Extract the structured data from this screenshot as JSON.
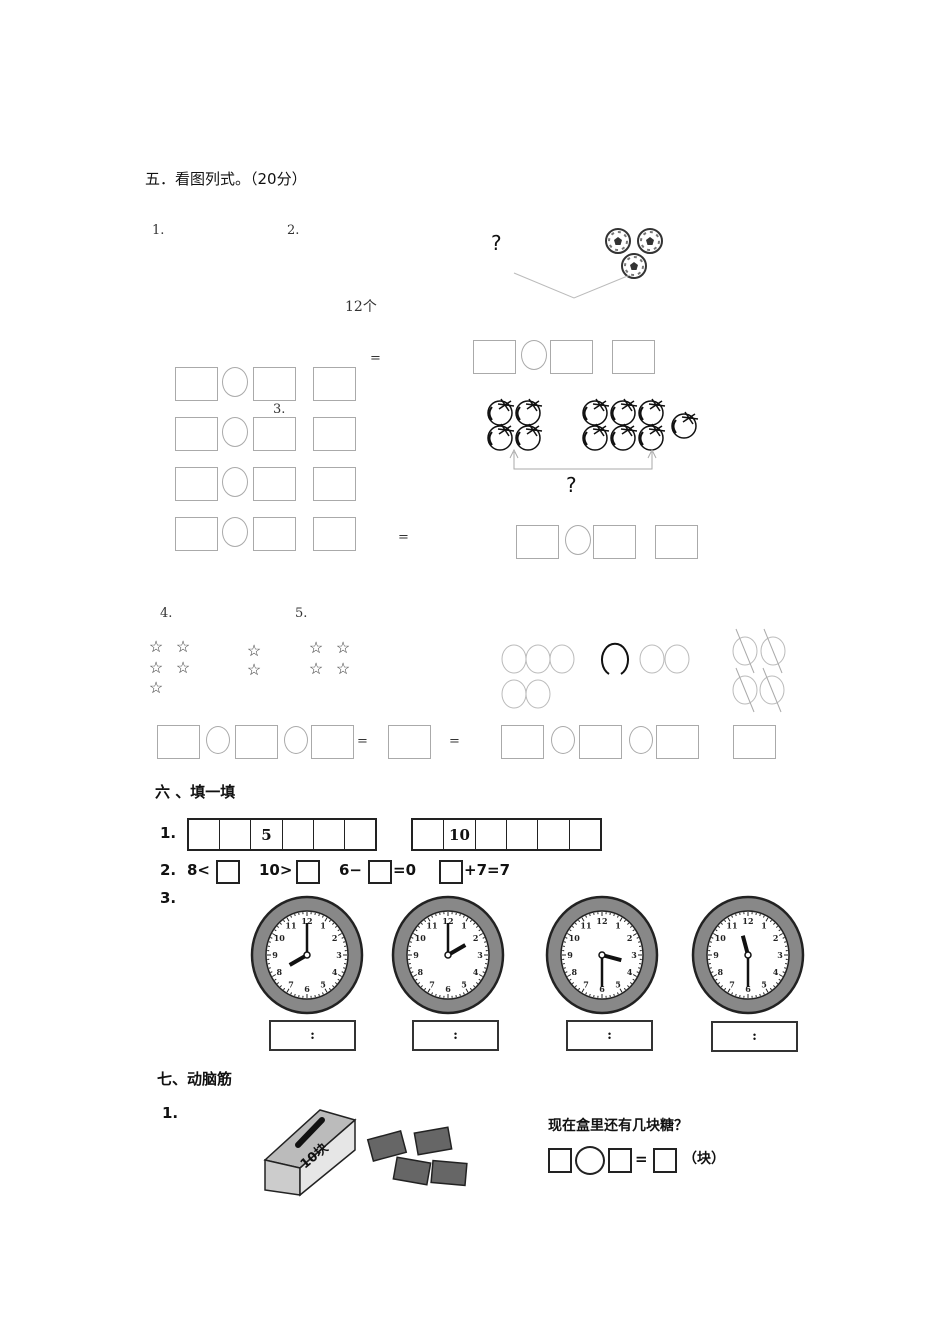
{
  "section5": {
    "title": "五．看图列式。（20分）",
    "q1_label": "1.",
    "q2_label": "2.",
    "q3_label": "3.",
    "q4_label": "4.",
    "q5_label": "5.",
    "question_mark": "?",
    "count_label": "12个",
    "equals": "="
  },
  "section6": {
    "title": "六 、填一填",
    "q1_label": "1.",
    "strip1_cells": [
      "",
      "",
      "5",
      "",
      "",
      ""
    ],
    "strip2_cells": [
      "",
      "10",
      "",
      "",
      "",
      ""
    ],
    "q2_label": "2.",
    "q2_parts": [
      "8<",
      "10>",
      "6−",
      "=0",
      "+7=7"
    ],
    "q3_label": "3.",
    "clocks": [
      {
        "hour": 8,
        "minute": 0
      },
      {
        "hour": 2,
        "minute": 0
      },
      {
        "hour": 3,
        "minute": 30
      },
      {
        "hour": 11,
        "minute": 30
      }
    ],
    "answer_colon": ":"
  },
  "section7": {
    "title": "七、动脑筋",
    "q1_label": "1.",
    "box_label": "10块",
    "question": "现在盒里还有几块糖？",
    "equals": "=",
    "unit": "（块）"
  }
}
